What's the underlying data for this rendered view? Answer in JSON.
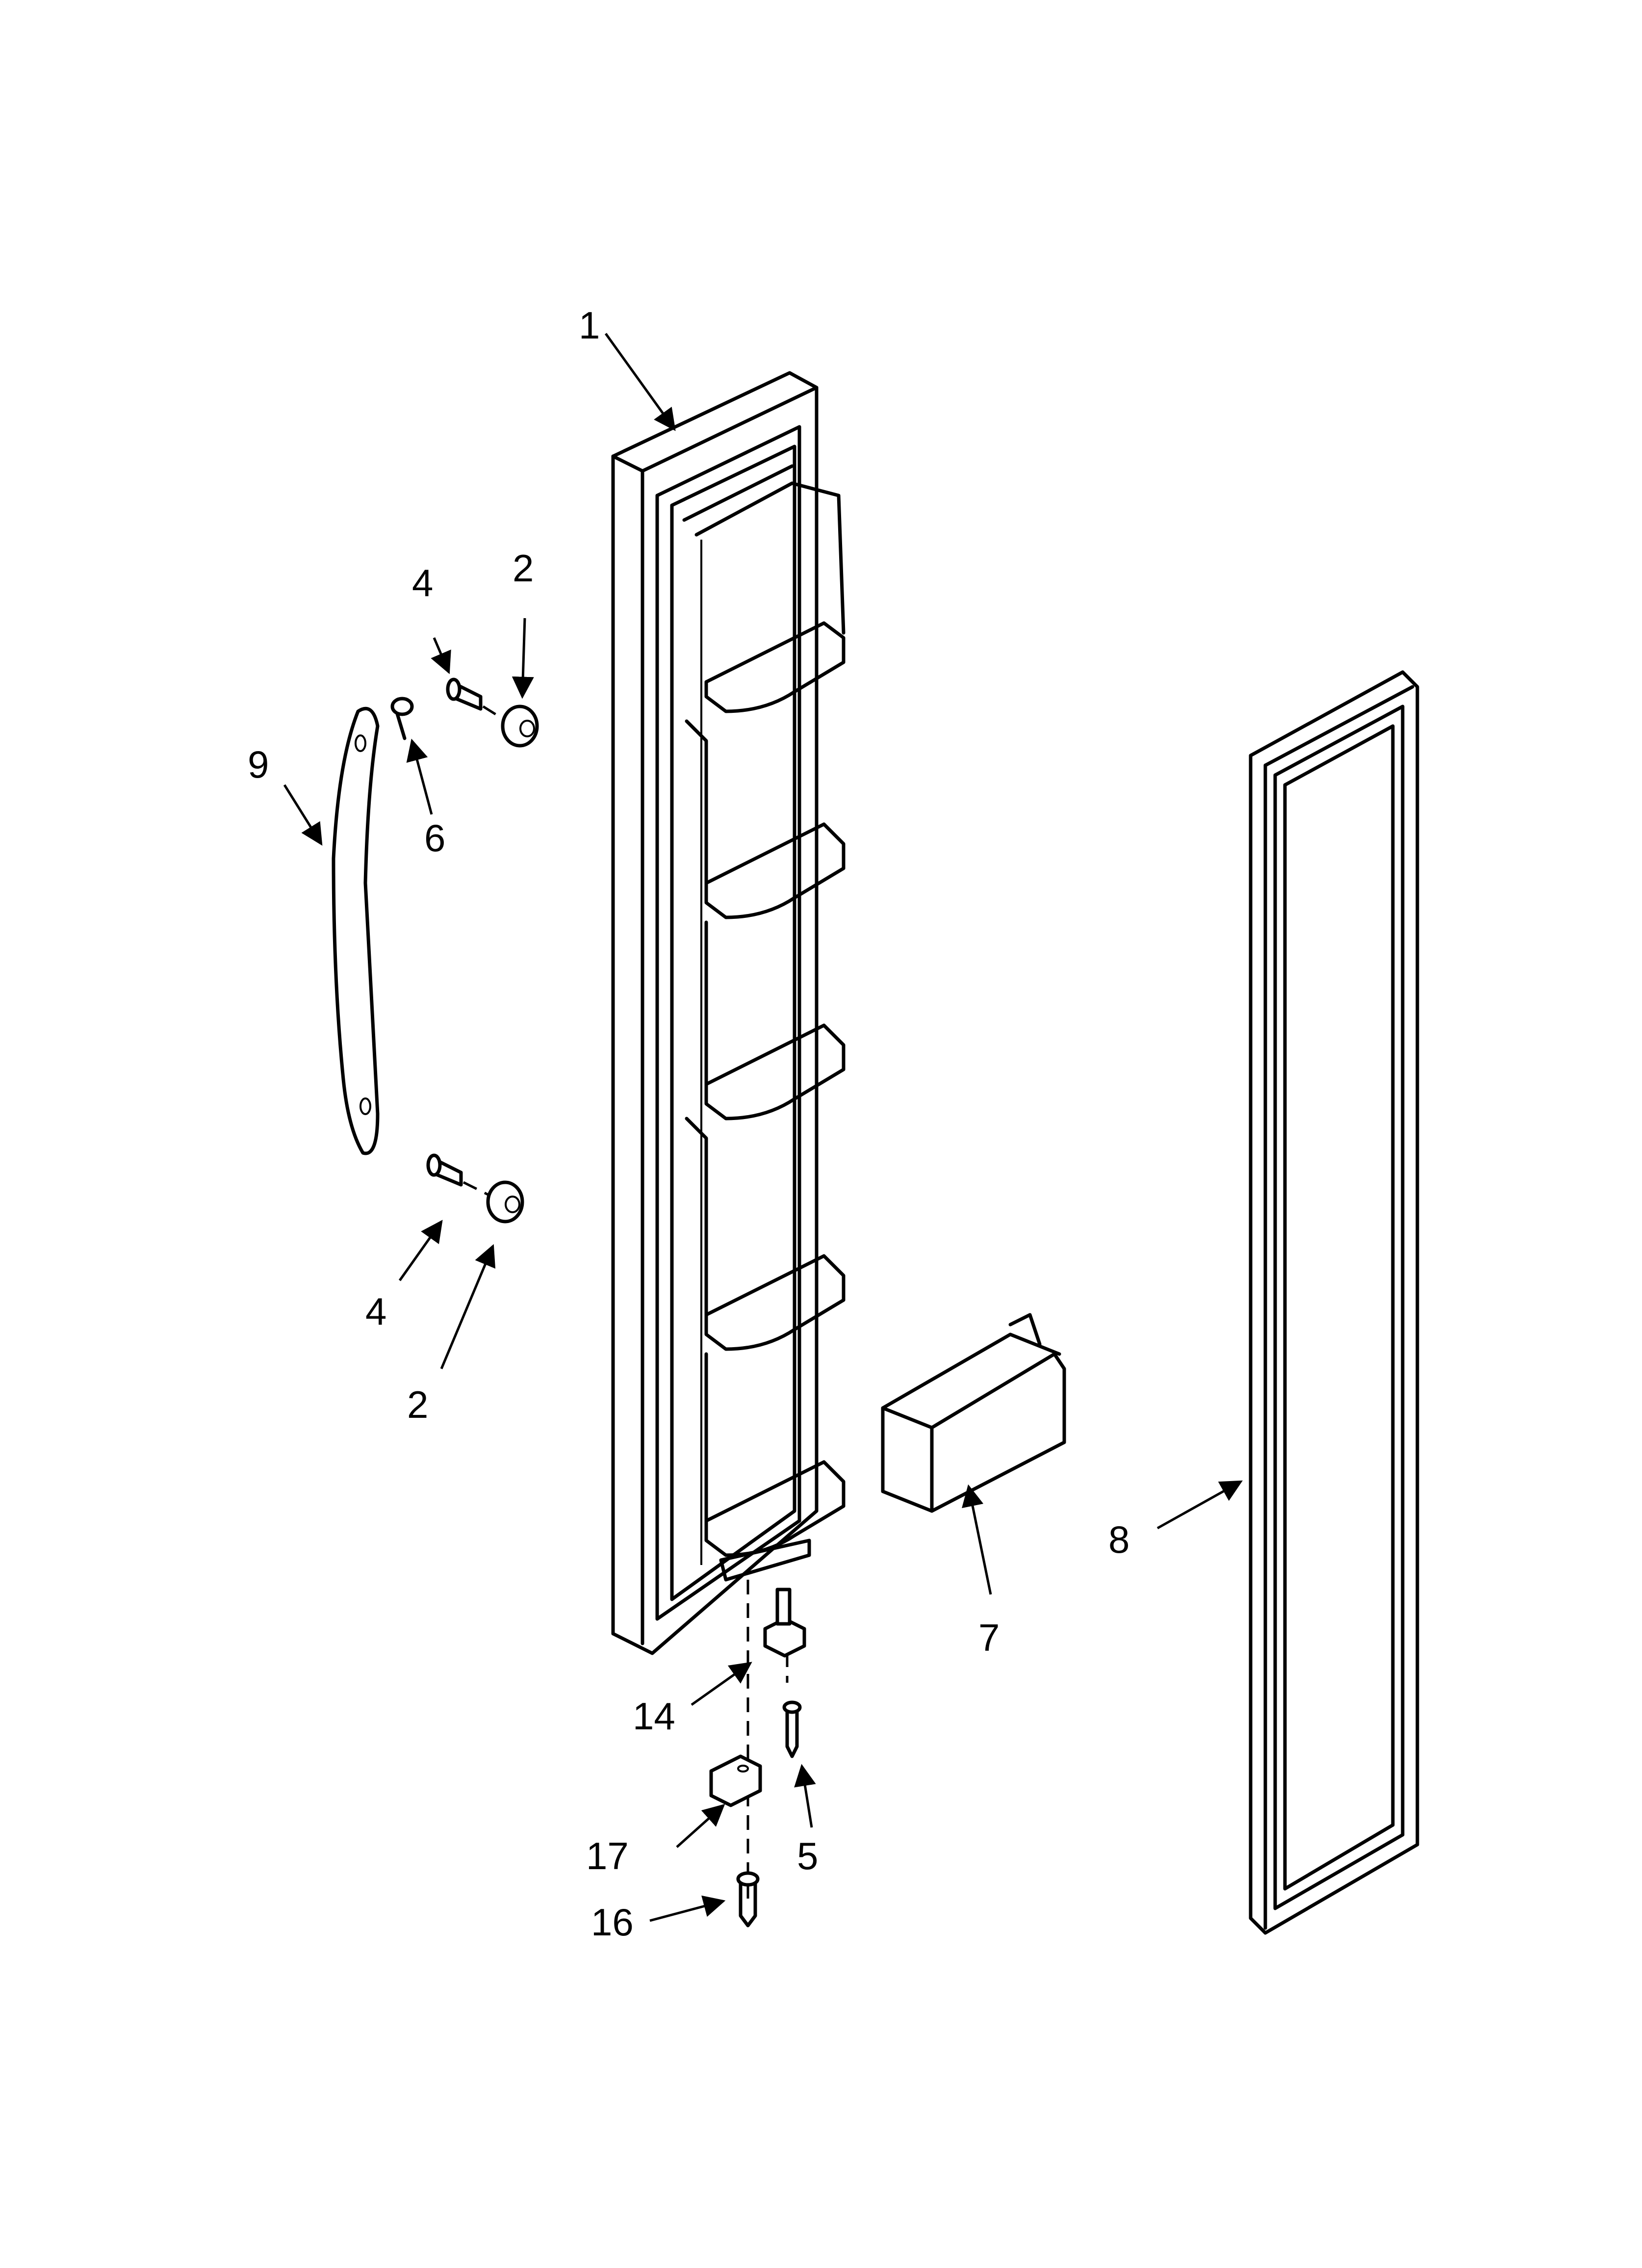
{
  "callouts": [
    {
      "id": "part-1",
      "label": "1"
    },
    {
      "id": "part-2-top",
      "label": "2"
    },
    {
      "id": "part-4-top",
      "label": "4"
    },
    {
      "id": "part-9",
      "label": "9"
    },
    {
      "id": "part-6",
      "label": "6"
    },
    {
      "id": "part-4-bottom",
      "label": "4"
    },
    {
      "id": "part-2-bottom",
      "label": "2"
    },
    {
      "id": "part-7",
      "label": "7"
    },
    {
      "id": "part-8",
      "label": "8"
    },
    {
      "id": "part-14",
      "label": "14"
    },
    {
      "id": "part-17",
      "label": "17"
    },
    {
      "id": "part-5",
      "label": "5"
    },
    {
      "id": "part-16",
      "label": "16"
    }
  ]
}
